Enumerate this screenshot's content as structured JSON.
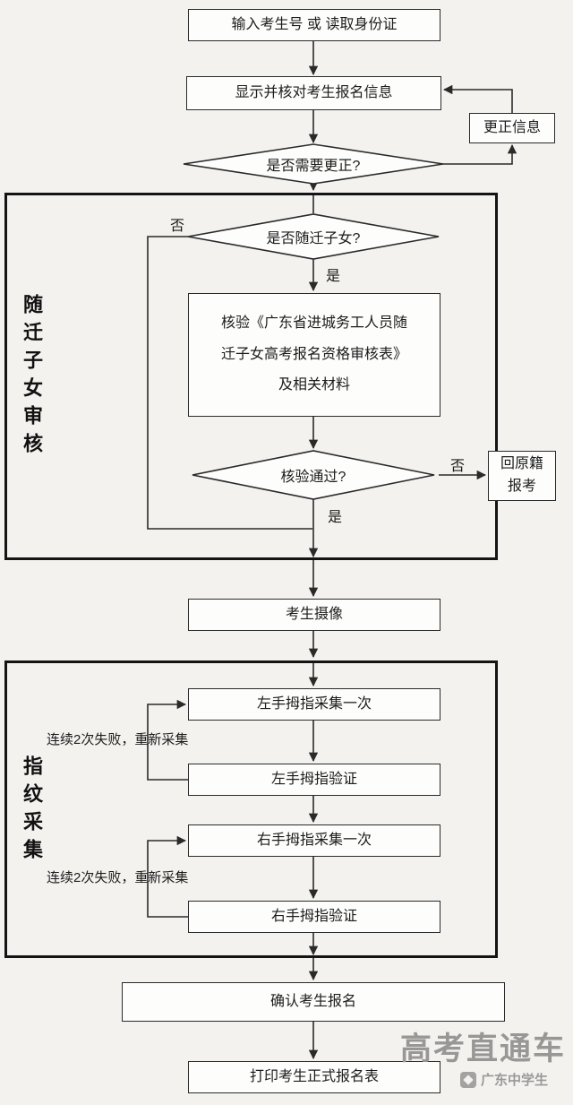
{
  "colors": {
    "background": "#f3f2ef",
    "line": "#2a2a2a",
    "box_fill": "#fdfdfc",
    "section_border": "#141414",
    "watermark": "#989796"
  },
  "nodes": {
    "input": "输入考生号 或  读取身份证",
    "verify_info": "显示并核对考生报名信息",
    "correct_info": "更正信息",
    "need_correct": "是否需要更正?",
    "is_migrant": "是否随迁子女?",
    "check_form": "核验《广东省进城务工人员随\n迁子女高考报名资格审核表》\n及相关材料",
    "check_pass": "核验通过?",
    "return_origin": "回原籍\n报考",
    "photo": "考生摄像",
    "left_collect": "左手拇指采集一次",
    "left_verify": "左手拇指验证",
    "right_collect": "右手拇指采集一次",
    "right_verify": "右手拇指验证",
    "confirm": "确认考生报名",
    "print": "打印考生正式报名表"
  },
  "labels": {
    "yes1": "是",
    "no1": "否",
    "yes2": "是",
    "no2": "否",
    "retry_left": "连续2次失败，重新采集",
    "retry_right": "连续2次失败，重新采集"
  },
  "sections": {
    "migrant_review": "随迁子女审核",
    "fingerprint": "指纹采集"
  },
  "watermark": {
    "title": "高考直通车",
    "subtitle": "广东中学生",
    "logo": "diamond-cap-icon"
  }
}
